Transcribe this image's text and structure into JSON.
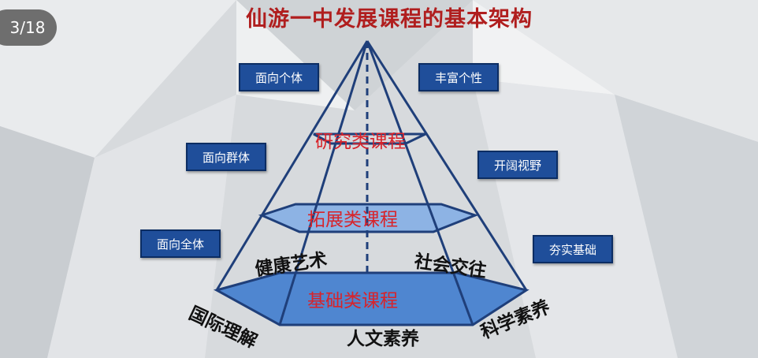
{
  "page": {
    "counter": "3/18"
  },
  "diagram": {
    "title": "仙游一中发展课程的基本架构",
    "side_boxes": {
      "left_top": "面向个体",
      "left_middle": "面向群体",
      "left_bottom": "面向全体",
      "right_top": "丰富个性",
      "right_middle": "开阔视野",
      "right_bottom": "夯实基础"
    },
    "layers": {
      "top": "研究类课程",
      "middle": "拓展类课程",
      "base": "基础类课程"
    },
    "face_labels": {
      "back_left": "健康艺术",
      "back_right": "社会交往",
      "front_left": "国际理解",
      "front_center": "人文素养",
      "front_right": "科学素养"
    },
    "colors": {
      "title": "#b01e1e",
      "box_fill": "#1f4e9a",
      "layer_label": "#d8232a",
      "pyramid_line": "#1f3f7a",
      "layer_fill": "#4f86d0"
    }
  }
}
